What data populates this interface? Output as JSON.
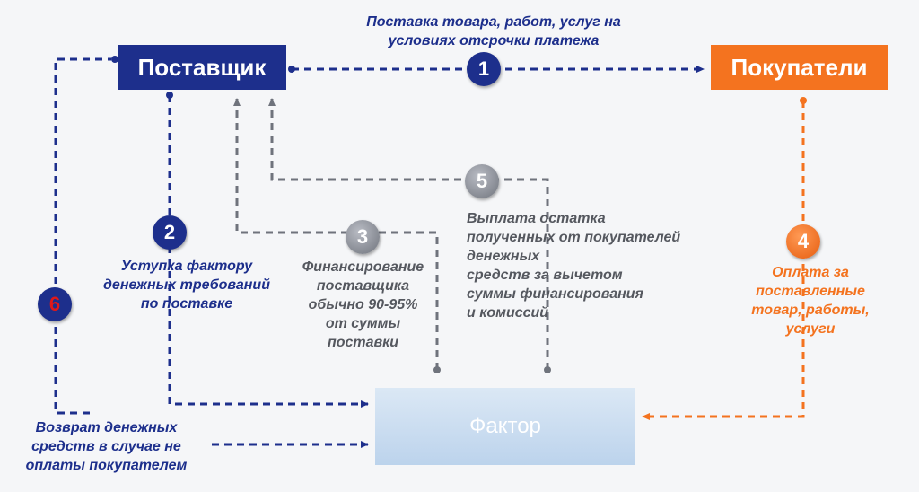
{
  "nodes": {
    "supplier": "Поставщик",
    "buyers": "Покупатели",
    "factor": "Фактор"
  },
  "steps": [
    {
      "number": "1",
      "text": "Поставка товара, работ, услуг на\nусловиях отсрочки платежа"
    },
    {
      "number": "2",
      "text": "Уступка фактору\nденежных требований\nпо поставке"
    },
    {
      "number": "3",
      "text": "Финансирование\nпоставщика\nобычно 90-95%\nот суммы\nпоставки"
    },
    {
      "number": "4",
      "text": "Оплата за\nпоставленные\nтовар, работы,\nуслуги"
    },
    {
      "number": "5",
      "text": "Выплата остатка\nполученных от покупателей\nденежных\nсредств за вычетом\nсуммы финансирования\nи комиссий"
    },
    {
      "number": "6",
      "text": "Возврат денежных\nсредств в случае не\nоплаты покупателем"
    }
  ],
  "colors": {
    "blue": "#1d2f8c",
    "orange": "#f4731f",
    "gray": "#6f737c",
    "factor_fill": "#c8dcf0"
  }
}
